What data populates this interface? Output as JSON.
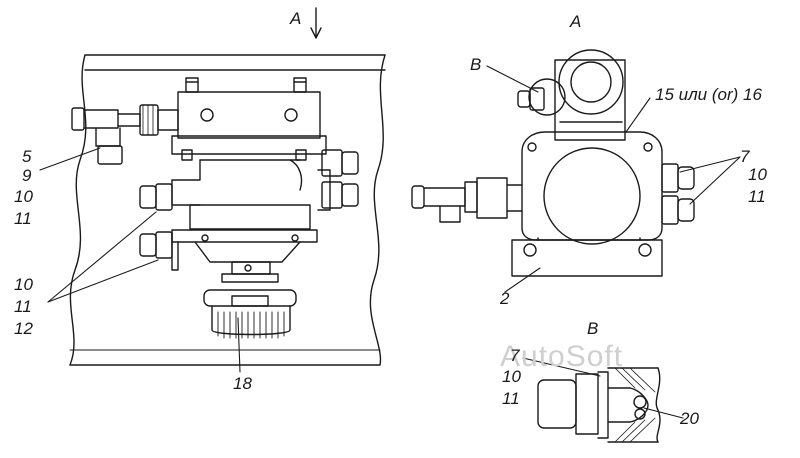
{
  "labels": {
    "view_a_arrow": "A",
    "view_a_title": "A",
    "callout_b": "B",
    "view_b_title": "B",
    "part_15_16": "15 или (or) 16",
    "left_5": "5",
    "left_9": "9",
    "left_10a": "10",
    "left_11a": "11",
    "left_10b": "10",
    "left_11b": "11",
    "left_12": "12",
    "bottom_18": "18",
    "right_7": "7",
    "right_10": "10",
    "right_11": "11",
    "part_2": "2",
    "detail_7": "7",
    "detail_10": "10",
    "detail_11": "11",
    "detail_20": "20"
  },
  "watermark": "AutoSoft",
  "colors": {
    "ink": "#1a1a1a",
    "watermark": "#cfcfcf"
  }
}
